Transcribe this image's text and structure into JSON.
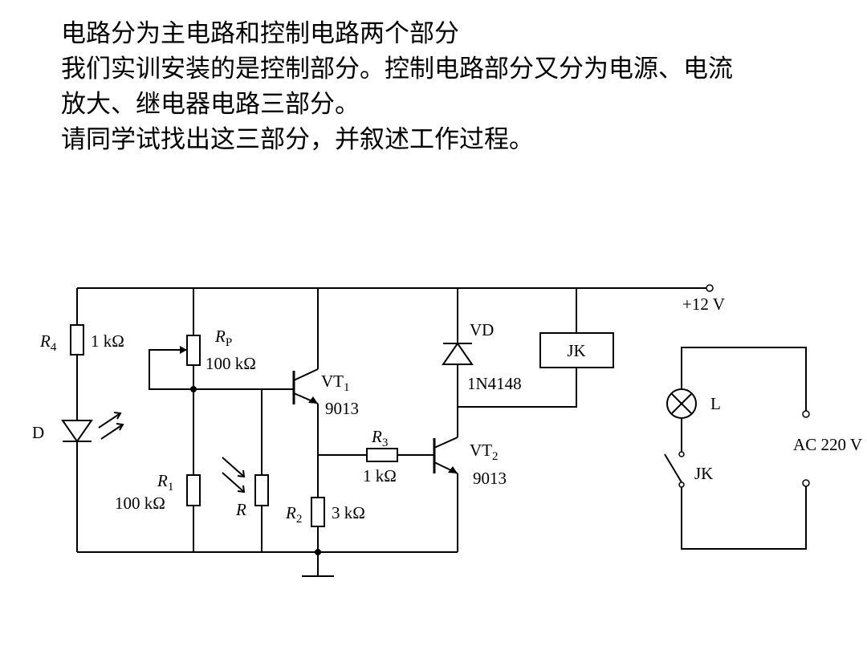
{
  "intro": {
    "lines": [
      "电路分为主电路和控制电路两个部分",
      "我们实训安装的是控制部分。控制电路部分又分为电源、电流",
      "放大、继电器电路三部分。",
      "请同学试找出这三部分，并叙述工作过程。"
    ]
  },
  "circuit": {
    "supply": "+12 V",
    "r4": {
      "symbol": "R",
      "sub": "4",
      "value": "1 kΩ"
    },
    "d": {
      "symbol": "D"
    },
    "rp": {
      "symbol": "R",
      "sub": "P",
      "value": "100 kΩ"
    },
    "r1": {
      "symbol": "R",
      "sub": "1",
      "value": "100 kΩ"
    },
    "r": {
      "symbol": "R"
    },
    "vt1": {
      "symbol": "VT",
      "sub": "1",
      "model": "9013"
    },
    "r2": {
      "symbol": "R",
      "sub": "2",
      "value": "3 kΩ"
    },
    "r3": {
      "symbol": "R",
      "sub": "3",
      "value": "1 kΩ"
    },
    "vt2": {
      "symbol": "VT",
      "sub": "2",
      "model": "9013"
    },
    "vd": {
      "symbol": "VD",
      "model": "1N4148"
    },
    "relay": {
      "label": "JK"
    },
    "lamp": {
      "label": "L"
    },
    "switch": {
      "label": "JK"
    },
    "ac_source": {
      "label": "AC 220 V"
    }
  }
}
